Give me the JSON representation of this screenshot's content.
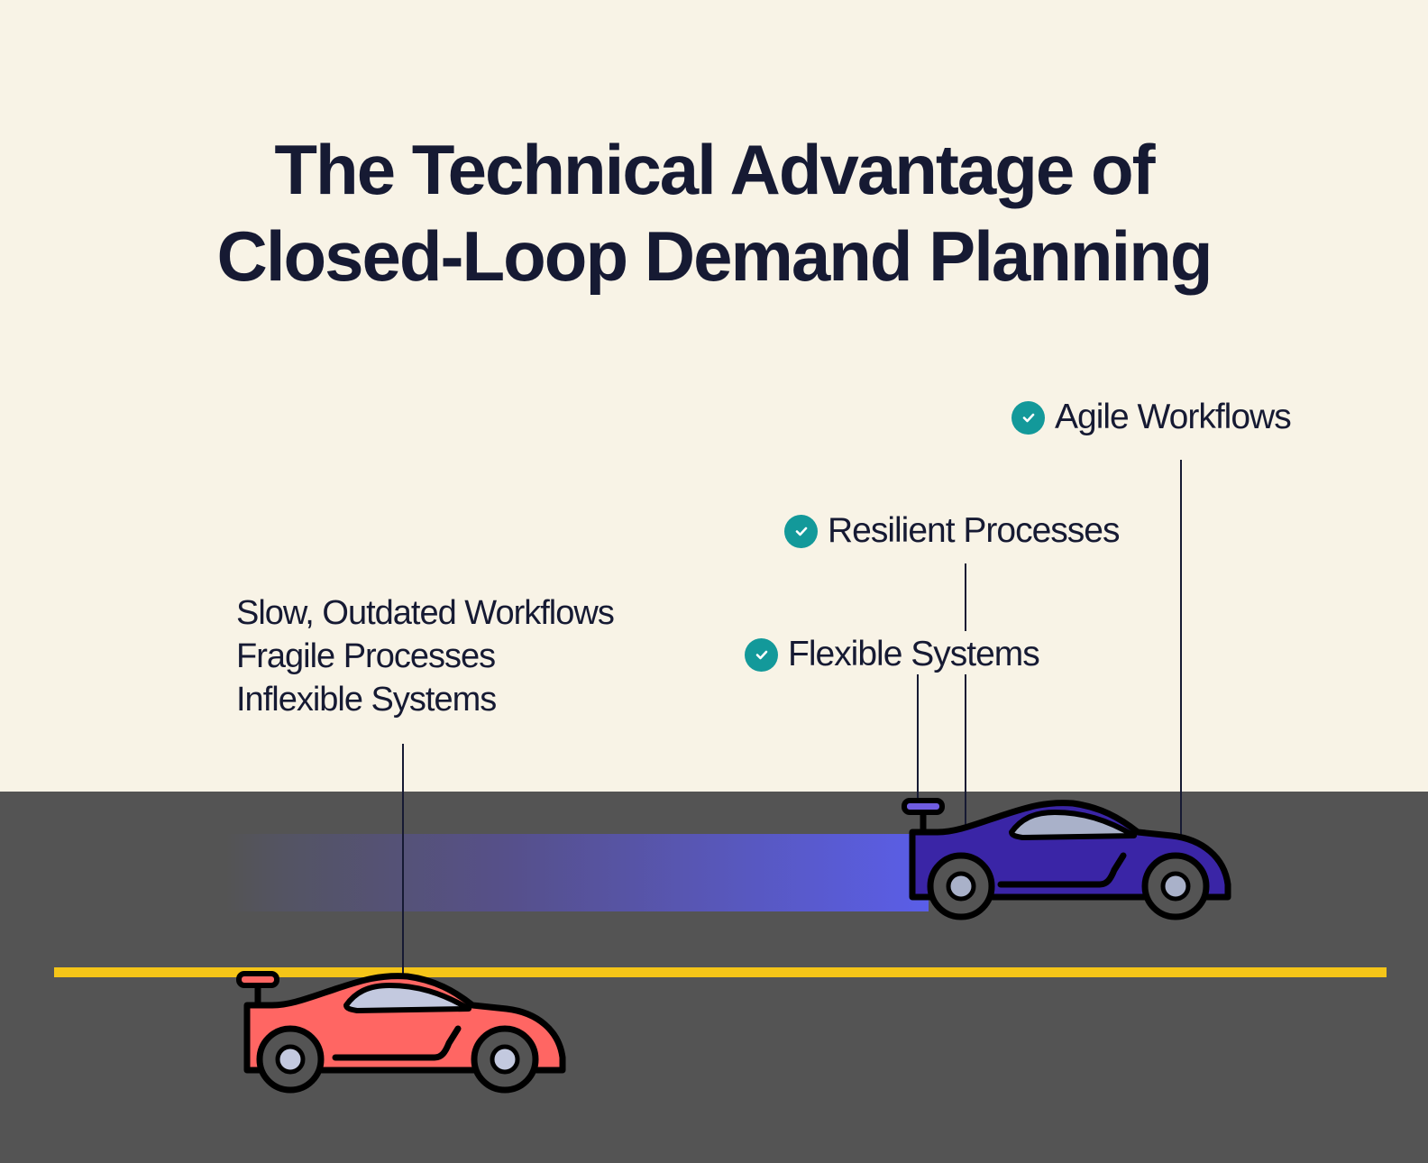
{
  "title": {
    "line1": "The Technical Advantage of",
    "line2": "Closed-Loop Demand Planning"
  },
  "old_approach": {
    "items": [
      "Slow, Outdated Workflows",
      "Fragile Processes",
      "Inflexible Systems"
    ],
    "car_color": "#ff6663"
  },
  "new_approach": {
    "badges": [
      {
        "label": "Agile Workflows",
        "icon": "check-circle-icon"
      },
      {
        "label": "Resilient Processes",
        "icon": "check-circle-icon"
      },
      {
        "label": "Flexible Systems",
        "icon": "check-circle-icon"
      }
    ],
    "car_color": "#3a25a6",
    "trail_color": "#5a5ee8"
  },
  "colors": {
    "background": "#f8f3e6",
    "road": "#545454",
    "lane_stripe": "#f5c518",
    "check": "#13999a",
    "text": "#161a33"
  }
}
